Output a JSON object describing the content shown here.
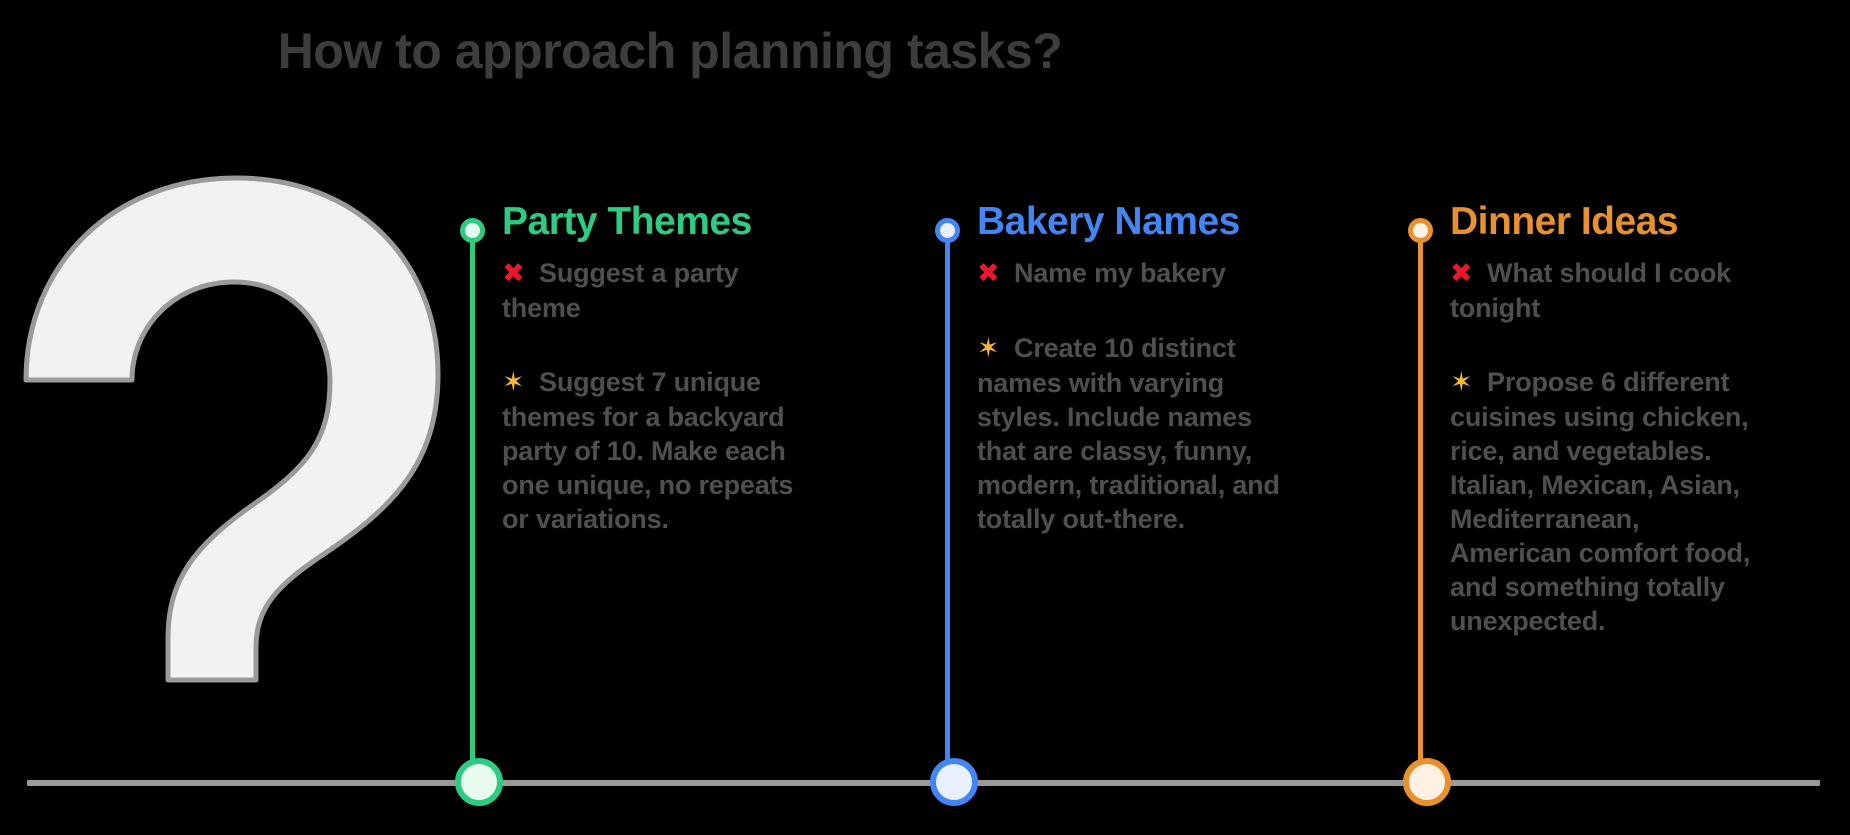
{
  "page": {
    "title": "How to approach planning tasks?",
    "background_color": "#000000",
    "title_color": "#3d3d3d",
    "baseline_color": "#9a9a9a"
  },
  "decoration": {
    "question_mark_icon": "question-mark-glyph",
    "question_mark_fill": "#f2f2f2",
    "question_mark_stroke": "#9a9a9a"
  },
  "columns": [
    {
      "id": "party",
      "heading": "Party Themes",
      "color": "#2ecc80",
      "dot_fill": "#e8fbef",
      "bad_icon": "cross-mark-icon",
      "bad_prompt": "Suggest a party theme",
      "good_icon": "sparkles-icon",
      "good_prompt": "Suggest 7 unique themes for a backyard party of 10. Make each one unique, no repeats or variations."
    },
    {
      "id": "bakery",
      "heading": "Bakery Names",
      "color": "#4285f4",
      "dot_fill": "#e9f0fd",
      "bad_icon": "cross-mark-icon",
      "bad_prompt": "Name my bakery",
      "good_icon": "sparkles-icon",
      "good_prompt": "Create 10 distinct names with varying styles. Include names that are classy, funny, modern, traditional, and totally out-there."
    },
    {
      "id": "dinner",
      "heading": "Dinner Ideas",
      "color": "#e8912d",
      "dot_fill": "#fdf1e3",
      "bad_icon": "cross-mark-icon",
      "bad_prompt": "What should I cook tonight",
      "good_icon": "sparkles-icon",
      "good_prompt": "Propose 6 different cuisines using chicken, rice, and vegetables. Italian, Mexican, Asian, Mediterranean, American comfort food, and something totally unexpected."
    }
  ],
  "icons": {
    "cross_glyph": "✖",
    "sparkles_glyph": "✦"
  }
}
